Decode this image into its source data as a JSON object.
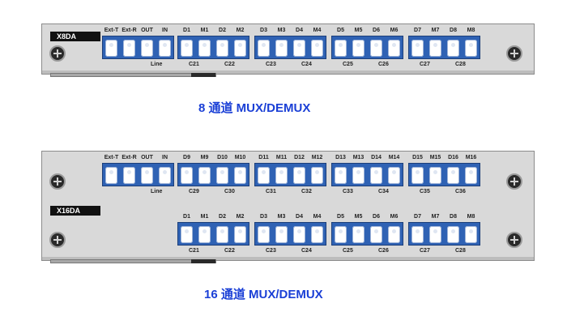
{
  "panels": [
    {
      "id": "x8da",
      "tag": "X8DA",
      "line_label": "Line",
      "rows": [
        {
          "groups": [
            {
              "ports": [
                "Ext-T",
                "Ext-R",
                "OUT",
                "IN"
              ],
              "labels": []
            },
            {
              "ports": [
                "D1",
                "M1",
                "D2",
                "M2"
              ],
              "labels": [
                "C21",
                "C22"
              ]
            },
            {
              "ports": [
                "D3",
                "M3",
                "D4",
                "M4"
              ],
              "labels": [
                "C23",
                "C24"
              ]
            },
            {
              "ports": [
                "D5",
                "M5",
                "D6",
                "M6"
              ],
              "labels": [
                "C25",
                "C26"
              ]
            },
            {
              "ports": [
                "D7",
                "M7",
                "D8",
                "M8"
              ],
              "labels": [
                "C27",
                "C28"
              ]
            }
          ]
        }
      ]
    },
    {
      "id": "x16da",
      "tag": "X16DA",
      "line_label": "Line",
      "rows": [
        {
          "groups": [
            {
              "ports": [
                "Ext-T",
                "Ext-R",
                "OUT",
                "IN"
              ],
              "labels": []
            },
            {
              "ports": [
                "D9",
                "M9",
                "D10",
                "M10"
              ],
              "labels": [
                "C29",
                "C30"
              ]
            },
            {
              "ports": [
                "D11",
                "M11",
                "D12",
                "M12"
              ],
              "labels": [
                "C31",
                "C32"
              ]
            },
            {
              "ports": [
                "D13",
                "M13",
                "D14",
                "M14"
              ],
              "labels": [
                "C33",
                "C34"
              ]
            },
            {
              "ports": [
                "D15",
                "M15",
                "D16",
                "M16"
              ],
              "labels": [
                "C35",
                "C36"
              ]
            }
          ]
        },
        {
          "groups": [
            {
              "ports": [
                "D1",
                "M1",
                "D2",
                "M2"
              ],
              "labels": [
                "C21",
                "C22"
              ]
            },
            {
              "ports": [
                "D3",
                "M3",
                "D4",
                "M4"
              ],
              "labels": [
                "C23",
                "C24"
              ]
            },
            {
              "ports": [
                "D5",
                "M5",
                "D6",
                "M6"
              ],
              "labels": [
                "C25",
                "C26"
              ]
            },
            {
              "ports": [
                "D7",
                "M7",
                "D8",
                "M8"
              ],
              "labels": [
                "C27",
                "C28"
              ]
            }
          ]
        }
      ]
    }
  ],
  "captions": {
    "first": "8 通道 MUX/DEMUX",
    "second": "16 通道 MUX/DEMUX"
  }
}
